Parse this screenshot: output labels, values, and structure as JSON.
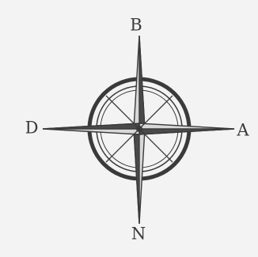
{
  "diagram": {
    "labels": {
      "top": "B",
      "right": "A",
      "bottom": "N",
      "left": "D"
    },
    "icon": "compass-rose-icon",
    "colors": {
      "ink": "#3a3a3a",
      "background": "#f3f3f3"
    }
  }
}
